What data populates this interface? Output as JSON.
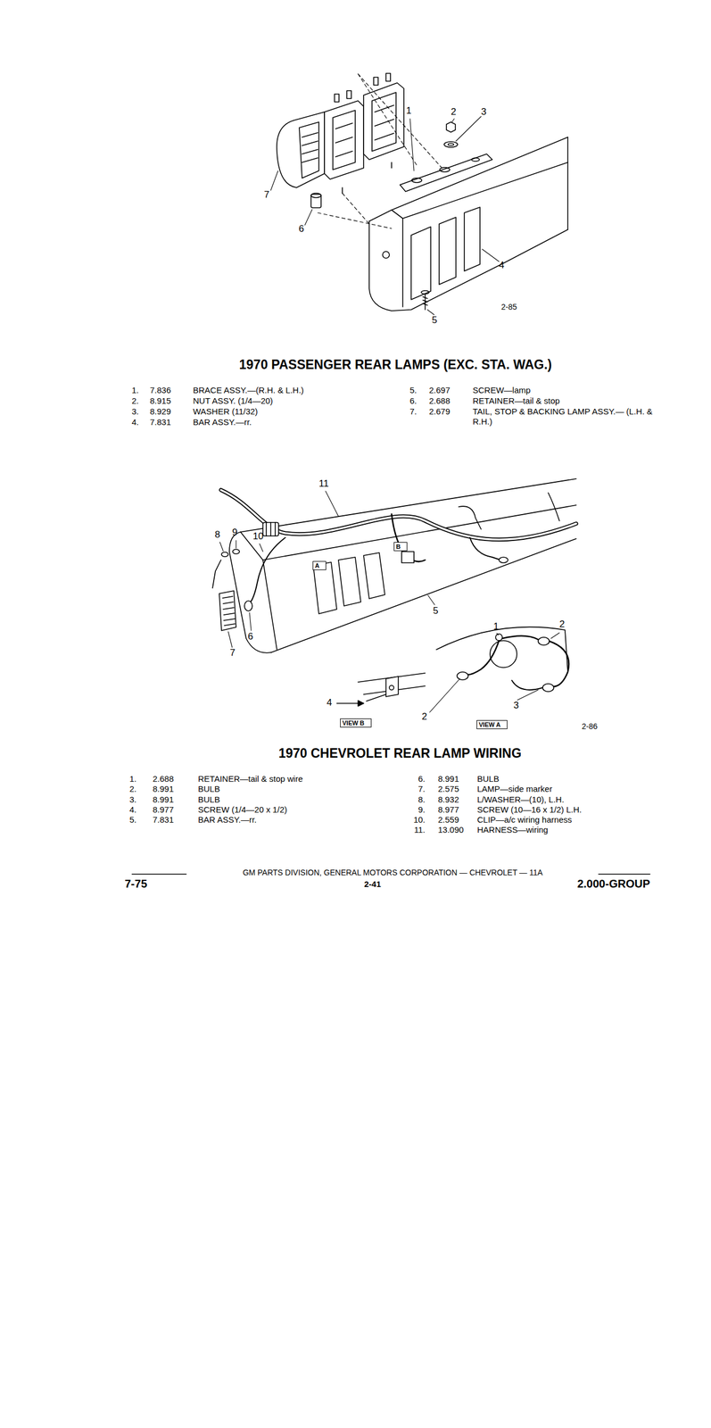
{
  "diagram": {
    "title": "1970 PASSENGER REAR LAMPS (EXC. STA. WAG.)",
    "nodes": [
      {
        "text": [
          "B"
        ]
      },
      {
        "text": [
          "A"
        ]
      },
      {
        "text": [
          "VIEW B"
        ]
      },
      {
        "text": [
          "VIEW A"
        ]
      }
    ],
    "labels": [
      "1",
      "2",
      "3",
      "7",
      "6",
      "4",
      "5",
      "2-85",
      "1.",
      "7.836",
      "BRACE ASSY.—(R.H. & L.H.)",
      "2.",
      "8.915",
      "NUT ASSY. (1/4—20)",
      "3.",
      "8.929",
      "WASHER (11/32)",
      "4.",
      "7.831",
      "BAR ASSY.—rr.",
      "5.",
      "2.697",
      "SCREW—lamp",
      "6.",
      "2.688",
      "RETAINER—tail & stop",
      "7.",
      "2.679",
      "TAIL, STOP & BACKING LAMP ASSY.— (L.H. & R.H.)",
      "11",
      "8",
      "9",
      "10",
      "5",
      "6",
      "7",
      "1",
      "2",
      "2",
      "3",
      "4",
      "2-86",
      "1970 CHEVROLET REAR LAMP WIRING",
      "1.",
      "2.688",
      "RETAINER—tail & stop wire",
      "2.",
      "8.991",
      "BULB",
      "3.",
      "8.991",
      "BULB",
      "4.",
      "8.977",
      "SCREW (1/4—20 x 1/2)",
      "5.",
      "7.831",
      "BAR ASSY.—rr.",
      "6.",
      "8.991",
      "BULB",
      "7.",
      "2.575",
      "LAMP—side marker",
      "8.",
      "8.932",
      "L/WASHER—(10), L.H.",
      "9.",
      "8.977",
      "SCREW (10—16 x 1/2) L.H.",
      "10.",
      "2.559",
      "CLIP—a/c wiring harness",
      "11.",
      "13.090",
      "HARNESS—wiring",
      "GM PARTS DIVISION, GENERAL MOTORS CORPORATION — CHEVROLET — 11A",
      "7-75",
      "2-41",
      "2.000-GROUP"
    ]
  }
}
